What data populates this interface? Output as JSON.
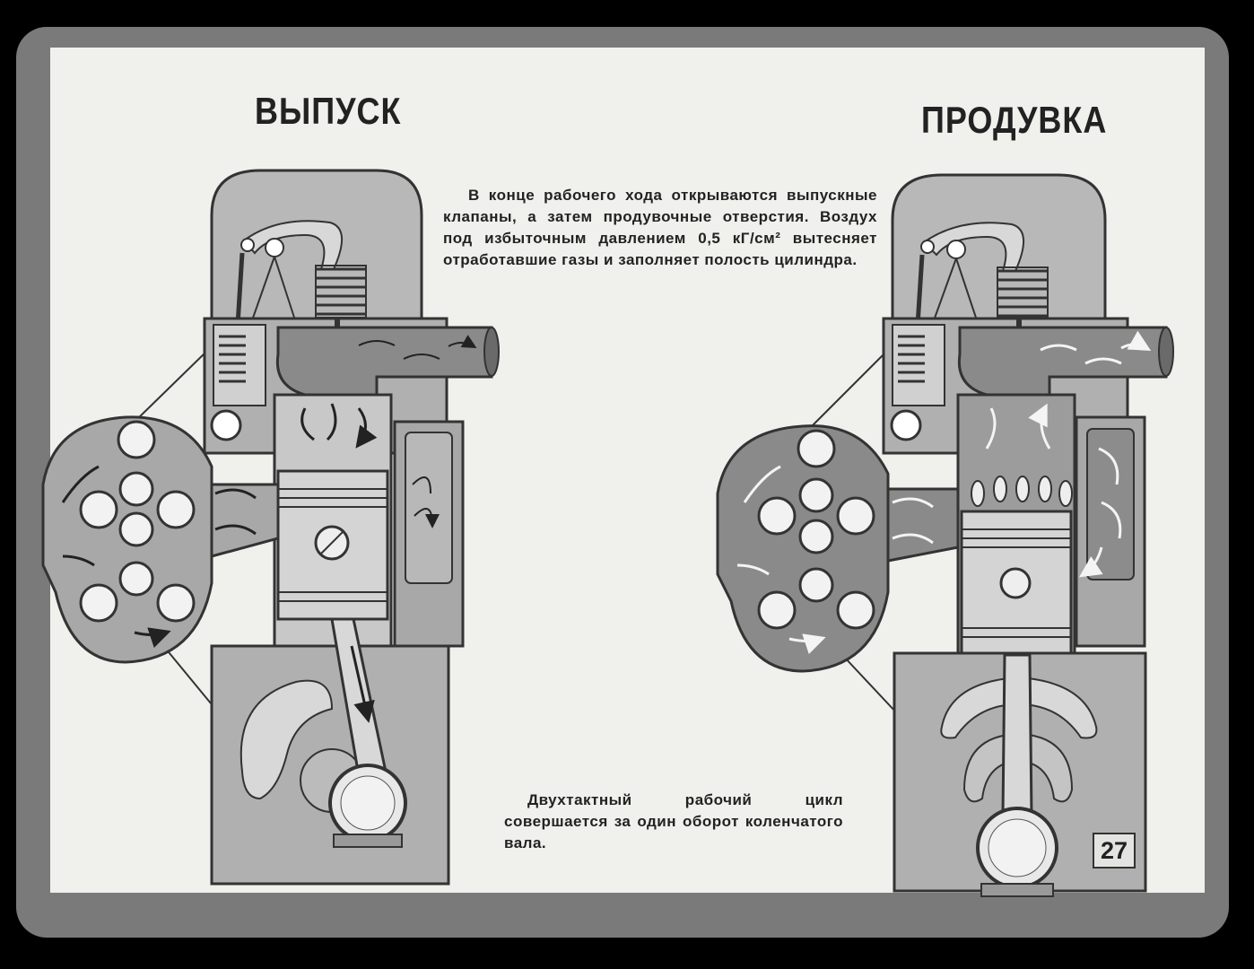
{
  "titles": {
    "left": "ВЫПУСК",
    "right": "ПРОДУВКА"
  },
  "captions": {
    "top": "В конце рабочего хода открываются выпускные клапаны, а затем продувочные отверстия. Воздух под избыточным давлением 0,5 кГ/см² вытесняет отработавшие газы и заполняет полость цилиндра.",
    "bottom": "Двухтактный рабочий цикл совершается за один оборот коленчатого вала."
  },
  "page_number": "27",
  "colors": {
    "frame": "#7a7a7a",
    "paper": "#f0f0ec",
    "metal": "#b5b5b5",
    "ink": "#222222"
  }
}
